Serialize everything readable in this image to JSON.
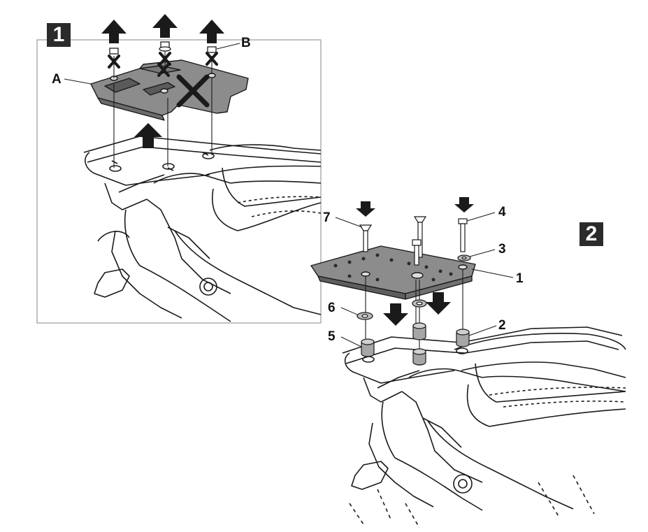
{
  "steps": {
    "step1": "1",
    "step2": "2"
  },
  "panel1_labels": {
    "plate": "A",
    "screw": "B"
  },
  "panel2_labels": {
    "plate": "1",
    "spacer": "2",
    "washer_upper": "3",
    "bolt_short": "4",
    "spacer_lower": "5",
    "washer_lower": "6",
    "bolt_long": "7"
  },
  "colors": {
    "ink": "#1a1a1a",
    "plate_fill": "#8c8c8c",
    "badge": "#2b2b2b"
  }
}
